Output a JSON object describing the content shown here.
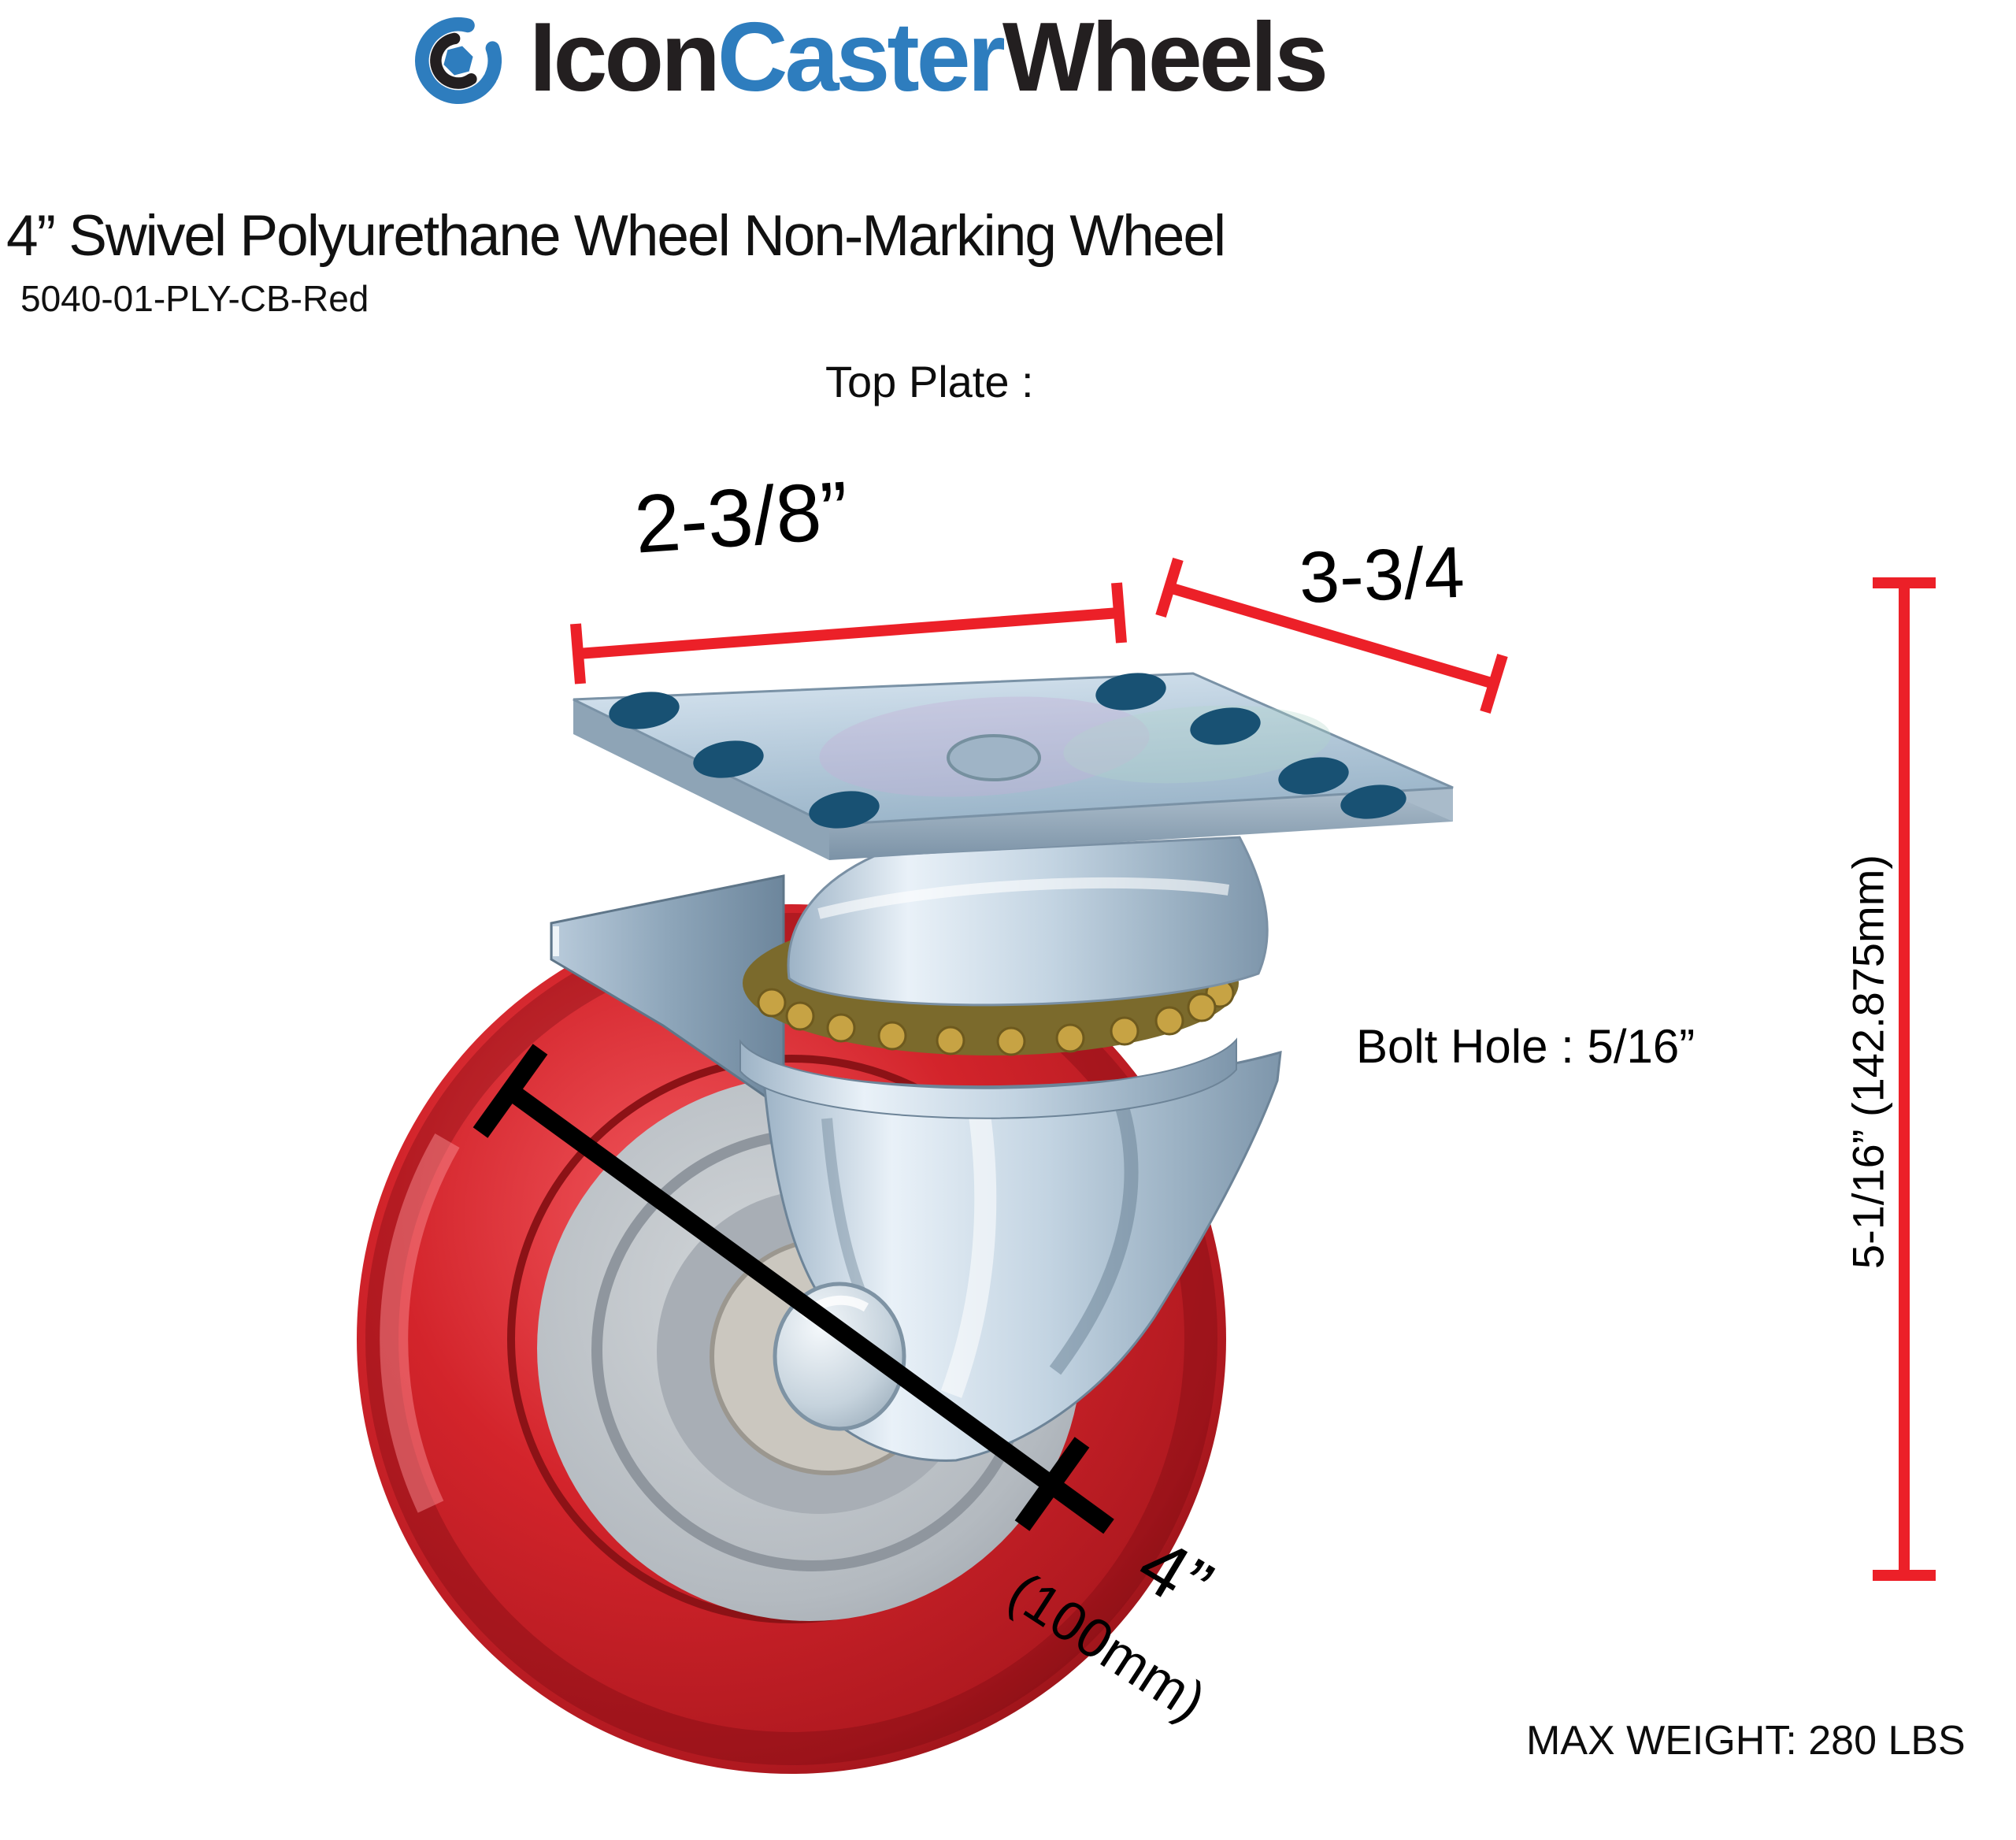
{
  "brand": {
    "name": "IconCasterWheels",
    "parts": [
      "Icon",
      "Caster",
      "Wheels"
    ],
    "colors": {
      "blue": "#2e7dbe",
      "black": "#231f20"
    },
    "icon": "caster-wheel-logo-icon"
  },
  "product": {
    "title": "4” Swivel Polyurethane Wheel Non-Marking Wheel",
    "sku": "5040-01-PLY-CB-Red"
  },
  "labels": {
    "top_plate": "Top Plate :",
    "max_weight": "MAX WEIGHT: 280 LBS"
  },
  "dimensions": {
    "plate_width": "2-3/8”",
    "plate_depth": "3-3/4",
    "bolt_hole": "Bolt Hole : 5/16”",
    "overall_height": "5-1/16” (142.875mm)",
    "wheel_diameter": "4”",
    "wheel_diameter_metric": "(100mm)"
  },
  "annotation_colors": {
    "dimension_line_red": "#ec2028",
    "diameter_line_black": "#000000"
  },
  "wheel": {
    "tread_color": "#d3242b",
    "hub_color": "#b7bcc1",
    "bracket_finish_color": "#c2d4e2",
    "bearing_ball_color": "#c7a344"
  }
}
